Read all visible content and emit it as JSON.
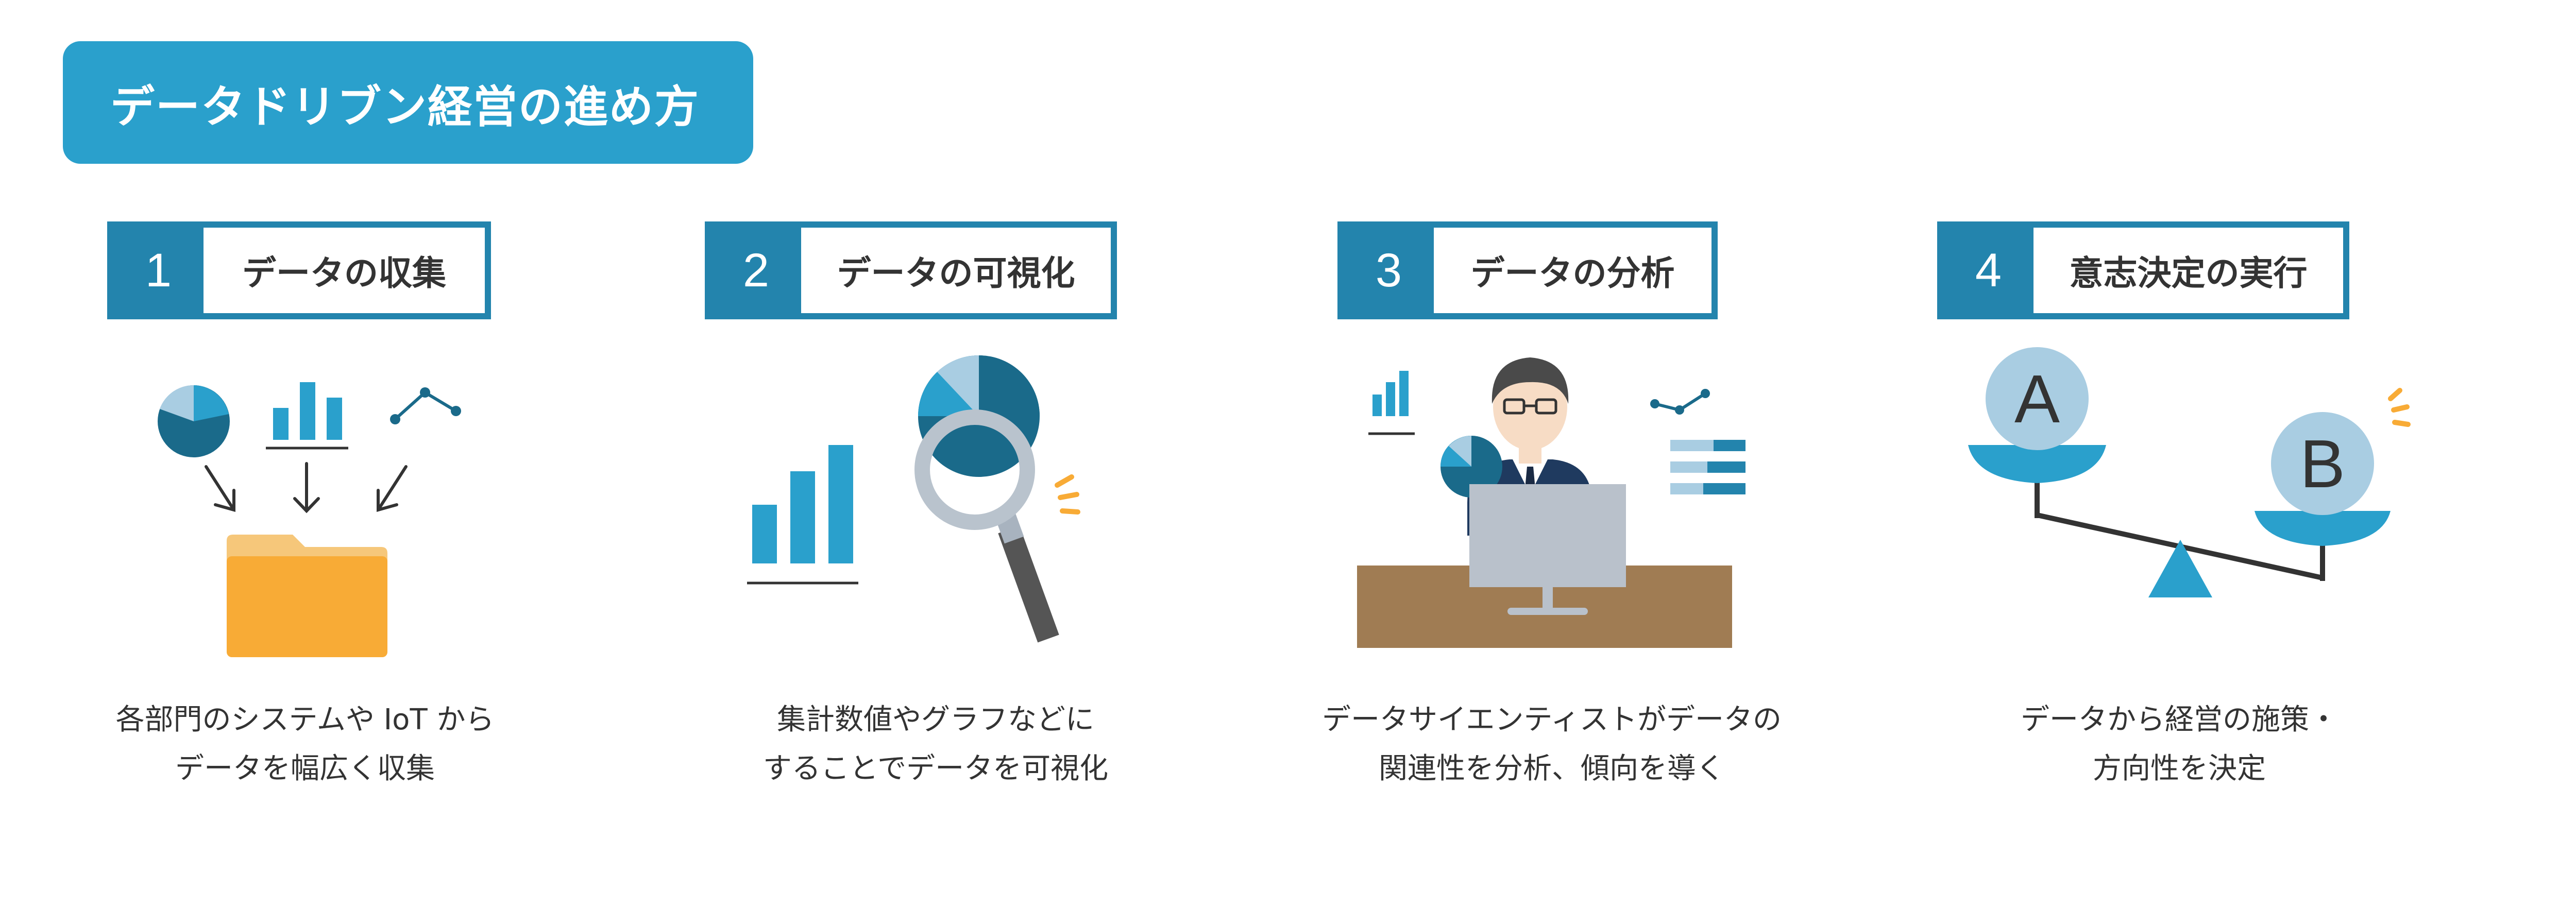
{
  "title": "データドリブン経営の進め方",
  "colors": {
    "primary": "#2aa0cc",
    "dark_blue": "#2384ad",
    "navy": "#1a6a8a",
    "light_blue": "#a9cde2",
    "orange": "#f8ab36",
    "text": "#333333"
  },
  "steps": [
    {
      "number": "1",
      "label": "データの収集",
      "icons": [
        "pie-chart-icon",
        "bar-chart-icon",
        "line-chart-icon",
        "arrow-down-icon",
        "folder-icon"
      ],
      "description": [
        "各部門のシステムや IoT から",
        "データを幅広く収集"
      ]
    },
    {
      "number": "2",
      "label": "データの可視化",
      "icons": [
        "bar-chart-icon",
        "pie-chart-icon",
        "magnifier-icon",
        "sparkle-icon"
      ],
      "description": [
        "集計数値やグラフなどに",
        "することでデータを可視化"
      ]
    },
    {
      "number": "3",
      "label": "データの分析",
      "icons": [
        "data-scientist-icon",
        "monitor-icon",
        "desk-icon",
        "bar-chart-icon",
        "pie-chart-icon",
        "line-chart-icon",
        "horizontal-bar-icon"
      ],
      "description": [
        "データサイエンティストがデータの",
        "関連性を分析、傾向を導く"
      ]
    },
    {
      "number": "4",
      "label": "意志決定の実行",
      "icons": [
        "balance-scale-icon",
        "sparkle-icon"
      ],
      "option_a": "A",
      "option_b": "B",
      "description": [
        "データから経営の施策・",
        "方向性を決定"
      ]
    }
  ]
}
